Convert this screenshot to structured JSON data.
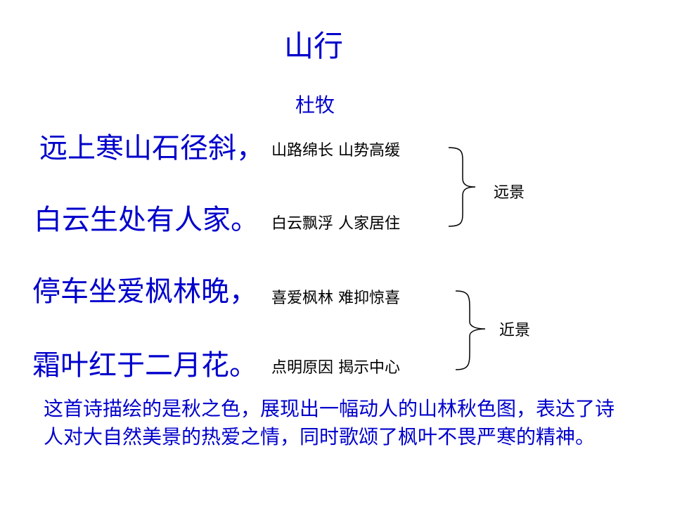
{
  "poem": {
    "title": "山行",
    "author": "杜牧",
    "lines": [
      "远上寒山石径斜，",
      "白云生处有人家。",
      "停车坐爱枫林晚，",
      "霜叶红于二月花。"
    ]
  },
  "annotations": [
    "山路绵长  山势高缓",
    "白云飘浮  人家居住",
    "喜爱枫林  难抑惊喜",
    "点明原因  揭示中心"
  ],
  "groups": [
    {
      "label": "远景"
    },
    {
      "label": "近景"
    }
  ],
  "summary": "这首诗描绘的是秋之色，展现出一幅动人的山林秋色图，表达了诗人对大自然美景的热爱之情，同时歌颂了枫叶不畏严寒的精神。",
  "colors": {
    "accent": "#0000cc",
    "text": "#000000"
  }
}
